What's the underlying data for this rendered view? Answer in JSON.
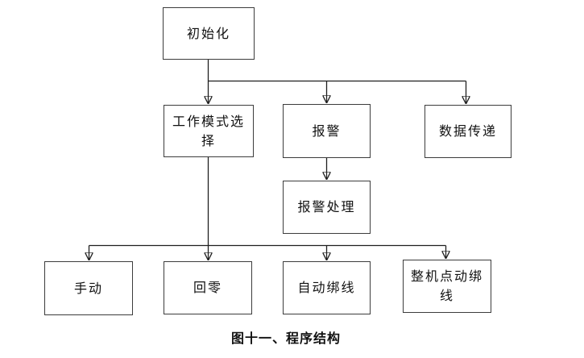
{
  "diagram": {
    "caption": "图十一、程序结构",
    "nodes": {
      "init": "初始化",
      "work_mode": "工作模式选择",
      "alarm": "报警",
      "data_transfer": "数据传递",
      "alarm_handle": "报警处理",
      "manual": "手动",
      "home": "回零",
      "auto_bind": "自动绑线",
      "jog_bind": "整机点动绑线"
    },
    "edges": [
      {
        "from": "初始化",
        "to": "工作模式选择"
      },
      {
        "from": "初始化",
        "to": "报警"
      },
      {
        "from": "初始化",
        "to": "数据传递"
      },
      {
        "from": "报警",
        "to": "报警处理"
      },
      {
        "from": "工作模式选择",
        "to": "手动"
      },
      {
        "from": "工作模式选择",
        "to": "回零"
      },
      {
        "from": "工作模式选择",
        "to": "自动绑线"
      },
      {
        "from": "工作模式选择",
        "to": "整机点动绑线"
      }
    ],
    "colors": {
      "line": "#1f1f1f",
      "border": "#3c3c3c",
      "text": "#111111",
      "background": "#ffffff"
    }
  }
}
